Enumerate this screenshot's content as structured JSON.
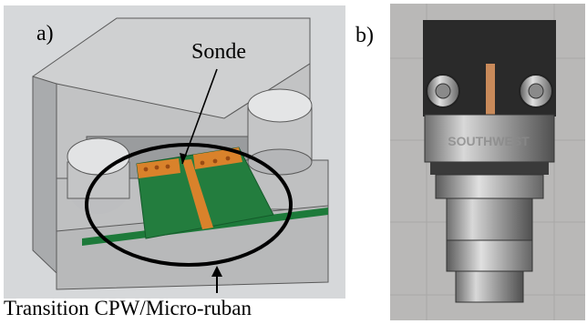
{
  "panel_a": {
    "label": "a)",
    "probe_label": "Sonde",
    "caption": "Transition CPW/Micro-ruban"
  },
  "panel_b": {
    "label": "b)",
    "engraving": "SOUTHWEST"
  },
  "colors": {
    "substrate": "#1d7a3a",
    "copper": "#d9822b",
    "housing": "#c9c9c9",
    "outline": "#000000"
  }
}
